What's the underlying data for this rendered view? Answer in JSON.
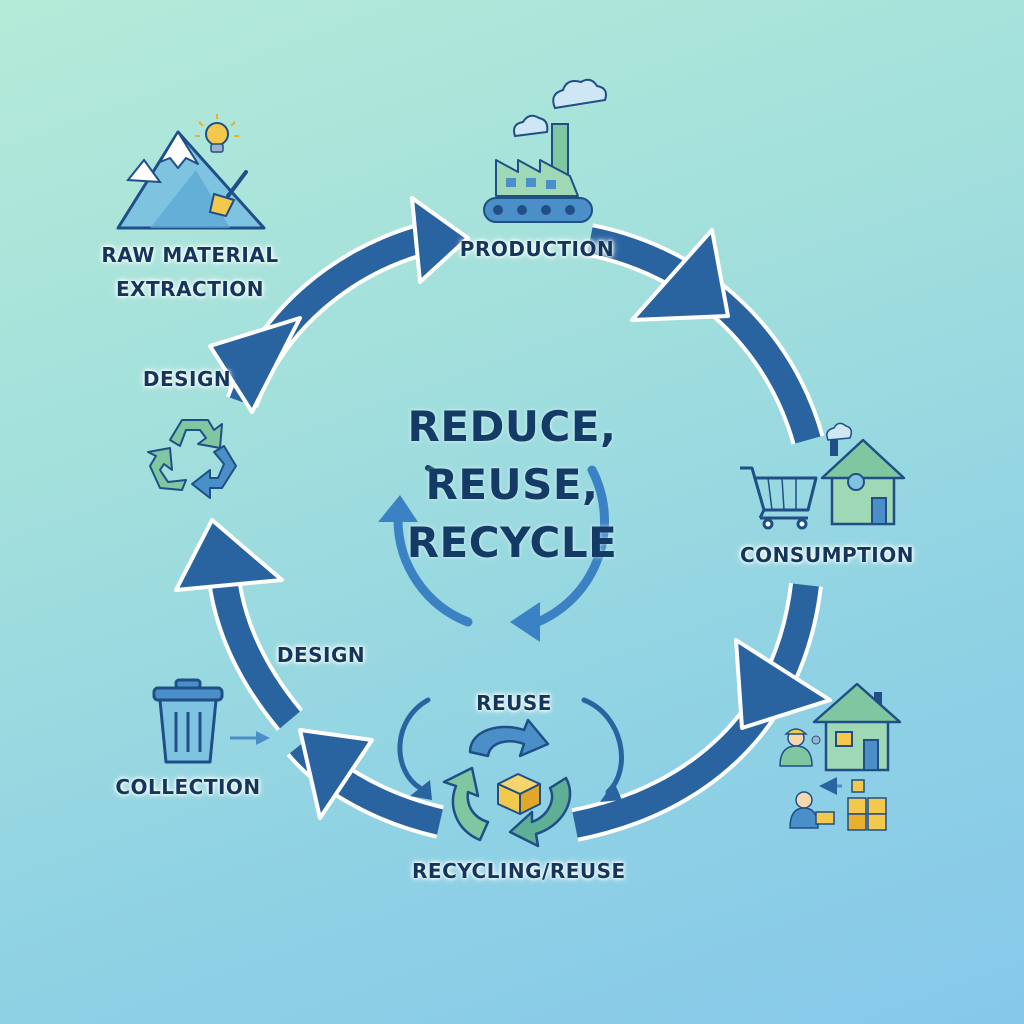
{
  "center": {
    "line1": "REDUCE,",
    "line2": "REUSE,",
    "line3": "RECYCLE"
  },
  "stages": {
    "raw_material_line1": "RAW MATERIAL",
    "raw_material_line2": "EXTRACTION",
    "production": "PRODUCTION",
    "consumption": "CONSUMPTION",
    "design_upper": "DESIGN",
    "design_lower": "DESIGN",
    "collection": "COLLECTION",
    "reuse": "REUSE",
    "recycling_reuse": "RECYCLING/REUSE"
  },
  "colors": {
    "arrow": "#2a64a0",
    "arrow_outline": "#ffffff",
    "title": "#143b66",
    "icon_green": "#8fd3a6",
    "icon_blue": "#4a8fc8",
    "icon_yellow": "#f2c94c"
  },
  "icons": [
    "mountain-icon",
    "lightbulb-icon",
    "shovel-icon",
    "cloud-icon",
    "factory-icon",
    "conveyor-icon",
    "shopping-cart-icon",
    "house-icon",
    "worker-icon",
    "package-icon",
    "recycle-icon",
    "trash-bin-icon",
    "arrow-right-icon"
  ]
}
